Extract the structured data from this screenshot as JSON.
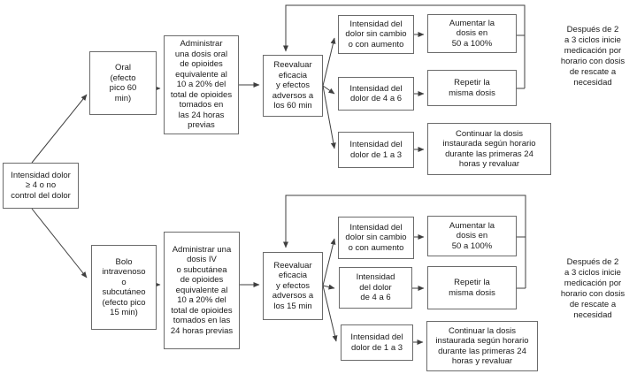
{
  "figure": {
    "type": "flowchart",
    "language": "es",
    "topic": "Titulación de opioides según intensidad del dolor"
  },
  "nodes": {
    "start": "Intensidad dolor\n≥ 4 o no\ncontrol del dolor",
    "route_oral": "Oral\n(efecto\npico 60\nmin)",
    "admin_oral": "Administrar\nuna dosis oral\nde opioides\nequivalente al\n10 a 20% del\ntotal de opioides\ntomados en\nlas 24 horas\nprevias",
    "reeval_60": "Reevaluar\neficacia\ny efectos\nadversos a\nlos 60 min",
    "pain_nochange_top": "Intensidad del\ndolor sin cambio\no con aumento",
    "increase_top": "Aumentar la\ndosis en\n50 a 100%",
    "pain_4_6_top": "Intensidad del\ndolor de 4 a 6",
    "repeat_top": "Repetir la\nmisma dosis",
    "pain_1_3_top": "Intensidad del\ndolor de 1 a 3",
    "continue_top": "Continuar la dosis\ninstaurada según horario\ndurante las primeras 24\nhoras y revaluar",
    "note_top": "Después de 2\na 3 ciclos inicie\nmedicación por\nhorario con dosis\nde rescate a\nnecesidad",
    "route_bolo": "Bolo\nintravenoso\no\nsubcutáneo\n(efecto pico\n15 min)",
    "admin_iv": "Administrar una\ndosis IV\no subcutánea\nde opioides\nequivalente al\n10 a 20% del\ntotal de opioides\ntomados en las\n24 horas previas",
    "reeval_15": "Reevaluar\neficacia\ny efectos\nadversos a\nlos 15 min",
    "pain_nochange_bottom": "Intensidad del\ndolor sin cambio\no con aumento",
    "increase_bottom": "Aumentar la\ndosis en\n50 a 100%",
    "pain_4_6_bottom": "Intensidad\ndel dolor\nde 4 a 6",
    "repeat_bottom": "Repetir la\nmisma dosis",
    "pain_1_3_bottom": "Intensidad del\ndolor de 1 a 3",
    "continue_bottom": "Continuar la dosis\ninstaurada según horario\ndurante las primeras 24\nhoras y revaluar",
    "note_bottom": "Después de 2\na 3 ciclos inicie\nmedicación por\nhorario con dosis\nde rescate a\nnecesidad"
  },
  "colors": {
    "line": "#3f3f3f",
    "box_border": "#6b6b6b",
    "text": "#1a1a1a",
    "background": "#ffffff"
  }
}
